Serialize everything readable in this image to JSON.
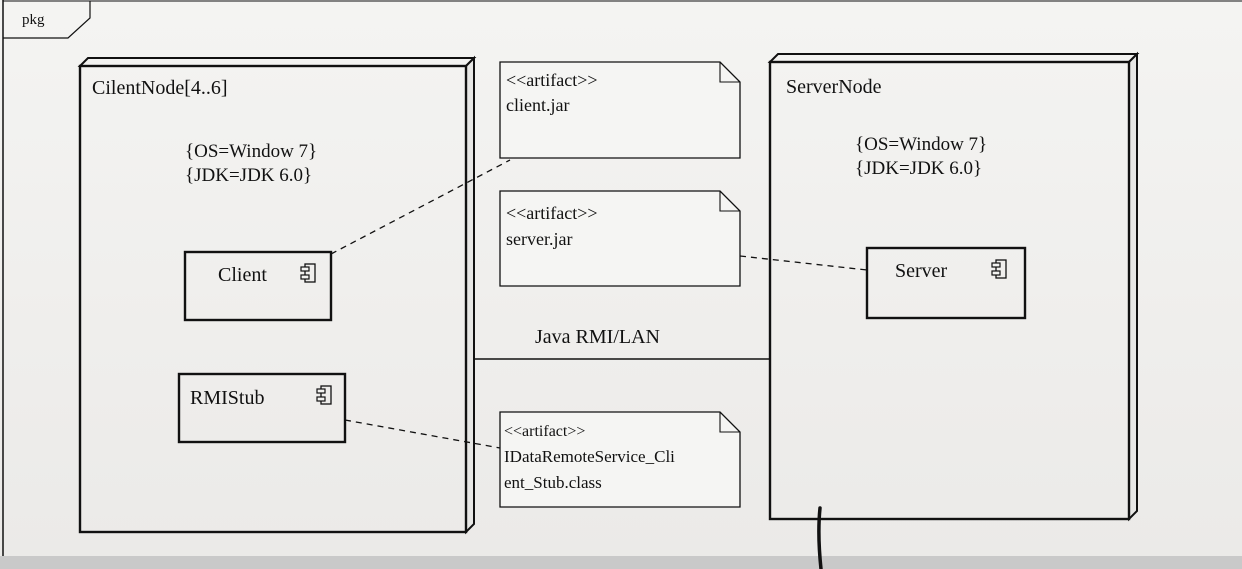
{
  "frame": {
    "label": "pkg"
  },
  "nodes": {
    "client_node": {
      "title": "CilentNode[4..6]",
      "properties": [
        "{OS=Window 7}",
        "{JDK=JDK 6.0}"
      ],
      "components": [
        "Client",
        "RMIStub"
      ]
    },
    "server_node": {
      "title": "ServerNode",
      "properties": [
        "{OS=Window 7}",
        "{JDK=JDK 6.0}"
      ],
      "components": [
        "Server"
      ]
    }
  },
  "artifacts": [
    {
      "stereotype": "<<artifact>>",
      "lines": [
        "client.jar"
      ]
    },
    {
      "stereotype": "<<artifact>>",
      "lines": [
        "server.jar"
      ]
    },
    {
      "stereotype": "<<artifact>>",
      "lines": [
        "IDataRemoteService_Cli",
        "ent_Stub.class"
      ]
    }
  ],
  "connection": {
    "label": "Java RMI/LAN"
  },
  "colors": {
    "line": "#111111",
    "paper": "#f1f0ee",
    "strip": "#c9c9c9"
  }
}
